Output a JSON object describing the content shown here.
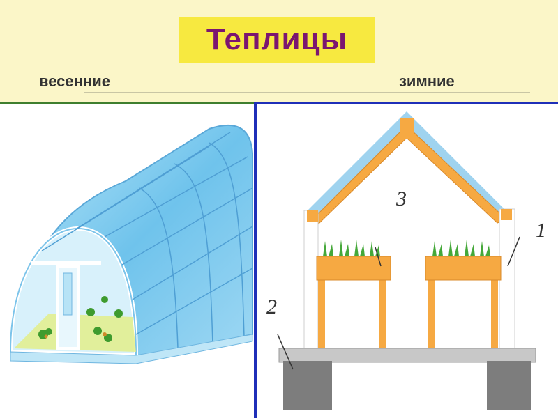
{
  "title": "Теплицы",
  "labels": {
    "spring": "весенние",
    "winter": "зимние"
  },
  "callouts": {
    "n1": "1",
    "n2": "2",
    "n3": "3"
  },
  "colors": {
    "header_bg": "#fbf6c8",
    "title_bg": "#f7e940",
    "title_text": "#7b1670",
    "divider": "#1f2fb8",
    "wood": "#f6a942",
    "glass": "#7fc8ee",
    "foundation": "#7d7d7d"
  }
}
